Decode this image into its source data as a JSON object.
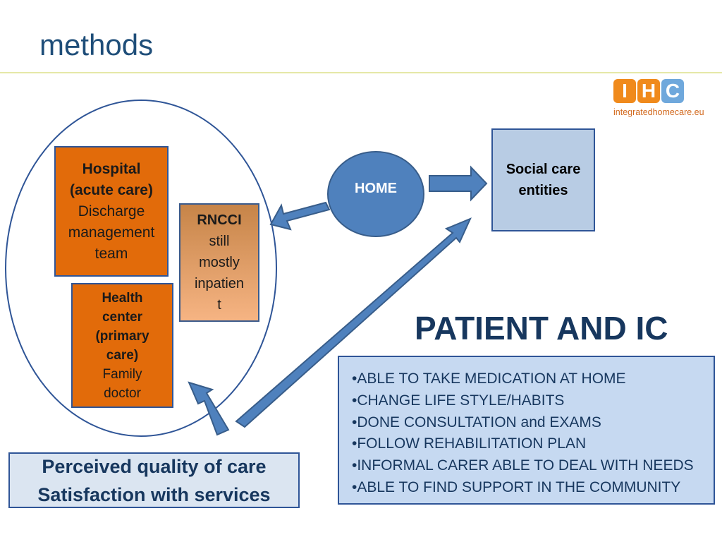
{
  "slide": {
    "title": "methods"
  },
  "logo": {
    "letters": [
      "I",
      "H",
      "C"
    ],
    "domain": "integratedhomecare.eu"
  },
  "nodes": {
    "hospital": {
      "line1": "Hospital",
      "line2": "(acute care)",
      "line3": "Discharge",
      "line4": "management",
      "line5": "team"
    },
    "health_center": {
      "line1": "Health",
      "line2": "center",
      "line3": "(primary",
      "line4": "care)",
      "line5": "Family",
      "line6": "doctor"
    },
    "rncci": {
      "line1": "RNCCI",
      "line2": "still",
      "line3": "mostly",
      "line4": "inpatien",
      "line5": "t"
    },
    "home": {
      "label": "HOME"
    },
    "social_care": {
      "line1": "Social care",
      "line2": "entities"
    }
  },
  "outcomes": {
    "line1": "Perceived quality of care",
    "line2": "Satisfaction with services"
  },
  "patient_section": {
    "title": "PATIENT AND IC",
    "items": [
      "•ABLE TO TAKE MEDICATION AT HOME",
      "•CHANGE LIFE STYLE/HABITS",
      "•DONE CONSULTATION and EXAMS",
      "•FOLLOW REHABILITATION PLAN",
      "•INFORMAL CARER ABLE TO DEAL WITH NEEDS",
      "•ABLE TO FIND SUPPORT IN THE COMMUNITY"
    ]
  },
  "colors": {
    "title": "#1f4e79",
    "orange_box": "#e26b0a",
    "blue_shape": "#4f81bd",
    "border_blue": "#2f5597",
    "light_blue_box": "#c6d9f1"
  }
}
